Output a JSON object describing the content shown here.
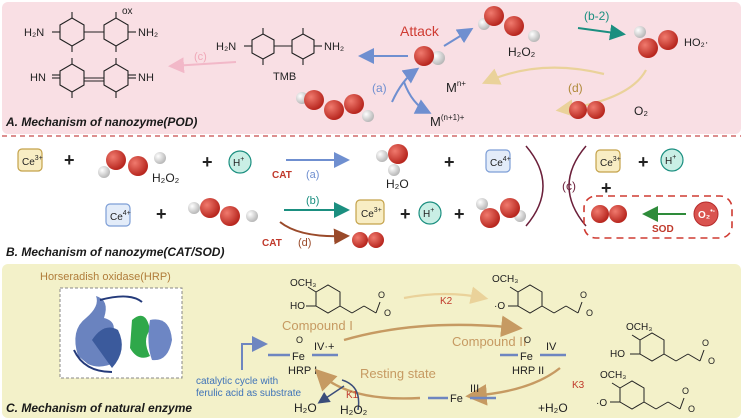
{
  "colors": {
    "panel_a_bg": "#f9dfe4",
    "panel_b_bg": "#ffffff",
    "panel_c_bg": "#f3f1c9",
    "oxygen": "#cf3b32",
    "hydrogen": "#d0d0d0",
    "ce3": "#f8edc4",
    "ce4": "#e3ecf9",
    "hplus": "#c9efe5",
    "attack_red": "#cf3b32",
    "teal": "#1b8f80",
    "brown": "#9a4a2a",
    "blue_arrow": "#6f8fd0",
    "k_label": "#c0392b",
    "compound_tan": "#c69a62",
    "hrp_teal_label": "#b07c3a",
    "catalytic_blue": "#3f73b8"
  },
  "panelA": {
    "title": "A. Mechanism of nanozyme(POD)",
    "ox_label": "ox",
    "nh2_tl": "H₂N",
    "nh2_tr": "NH₂",
    "hn_bl": "HN",
    "nh_br": "NH",
    "tmb_h2n": "H₂N",
    "tmb_nh2": "NH₂",
    "tmb_label": "TMB",
    "attack_label": "Attack",
    "h2o2_label": "H₂O₂",
    "b2_label": "(b-2)",
    "ho2_label": "HO₂·",
    "c_label": "(c)",
    "a_label": "(a)",
    "mn_label": "M",
    "mn_sup": "n+",
    "mn1_label": "M",
    "mn1_sup": "(n+1)+",
    "d_label": "(d)",
    "o2_label": "O₂"
  },
  "panelB": {
    "title": "B. Mechanism of nanozyme(CAT/SOD)",
    "ce3_a": "Ce",
    "ce3_a_sup": "3+",
    "plus1": "+",
    "h2o2_label": "H₂O₂",
    "plus2": "+",
    "hplus_a": "H",
    "hplus_a_sup": "+",
    "cat_a": "CAT",
    "a_label": "(a)",
    "h2o_label": "H₂O",
    "plus3": "+",
    "ce4_a": "Ce",
    "ce4_a_sup": "4+",
    "c_label": "(c)",
    "ce3_b": "Ce",
    "ce3_b_sup": "3+",
    "plus4": "+",
    "hplus_b": "H",
    "hplus_b_sup": "+",
    "plus5": "+",
    "ce4_b": "Ce",
    "ce4_b_sup": "4+",
    "plus6": "+",
    "b_label": "(b)",
    "ce3_c": "Ce",
    "ce3_c_sup": "3+",
    "plus7": "+",
    "hplus_c": "H",
    "hplus_c_sup": "+",
    "plus8": "+",
    "cat_d": "CAT",
    "d_label": "(d)",
    "sod_label": "SOD",
    "o2minus": "O₂",
    "o2minus_sup": "•-"
  },
  "panelC": {
    "title": "C. Mechanism of natural enzyme",
    "hrp_title": "Horseradish oxidase(HRP)",
    "catalytic_text_1": "catalytic cycle with",
    "catalytic_text_2": "ferulic acid as substrate",
    "compound_i": "Compound I",
    "compound_ii": "Compound II",
    "resting_state": "Resting state",
    "fe": "Fe",
    "iv_plus": "IV·+",
    "iv": "IV",
    "iii": "III",
    "o_small": "O",
    "hrp_i": "HRP I",
    "hrp_ii": "HRP II",
    "k1": "K1",
    "k2": "K2",
    "k3": "K3",
    "h2o_left": "H₂O",
    "h2o2_left": "H₂O₂",
    "h2o_right": "+H₂O",
    "och3": "OCH₃",
    "ho": "HO",
    "o_minus": "O",
    "o_dot": "·O"
  }
}
